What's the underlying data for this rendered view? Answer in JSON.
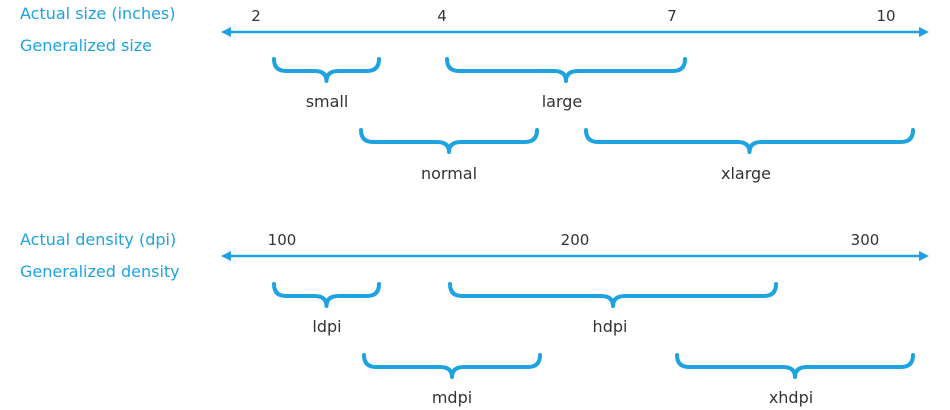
{
  "colors": {
    "accent": "#1fa3e0",
    "text": "#333333"
  },
  "size_section": {
    "actual_label": "Actual size (inches)",
    "generalized_label": "Generalized size",
    "ticks": [
      "2",
      "4",
      "7",
      "10"
    ],
    "buckets": [
      "small",
      "large",
      "normal",
      "xlarge"
    ]
  },
  "density_section": {
    "actual_label": "Actual density (dpi)",
    "generalized_label": "Generalized density",
    "ticks": [
      "100",
      "200",
      "300"
    ],
    "buckets": [
      "ldpi",
      "hdpi",
      "mdpi",
      "xhdpi"
    ]
  }
}
